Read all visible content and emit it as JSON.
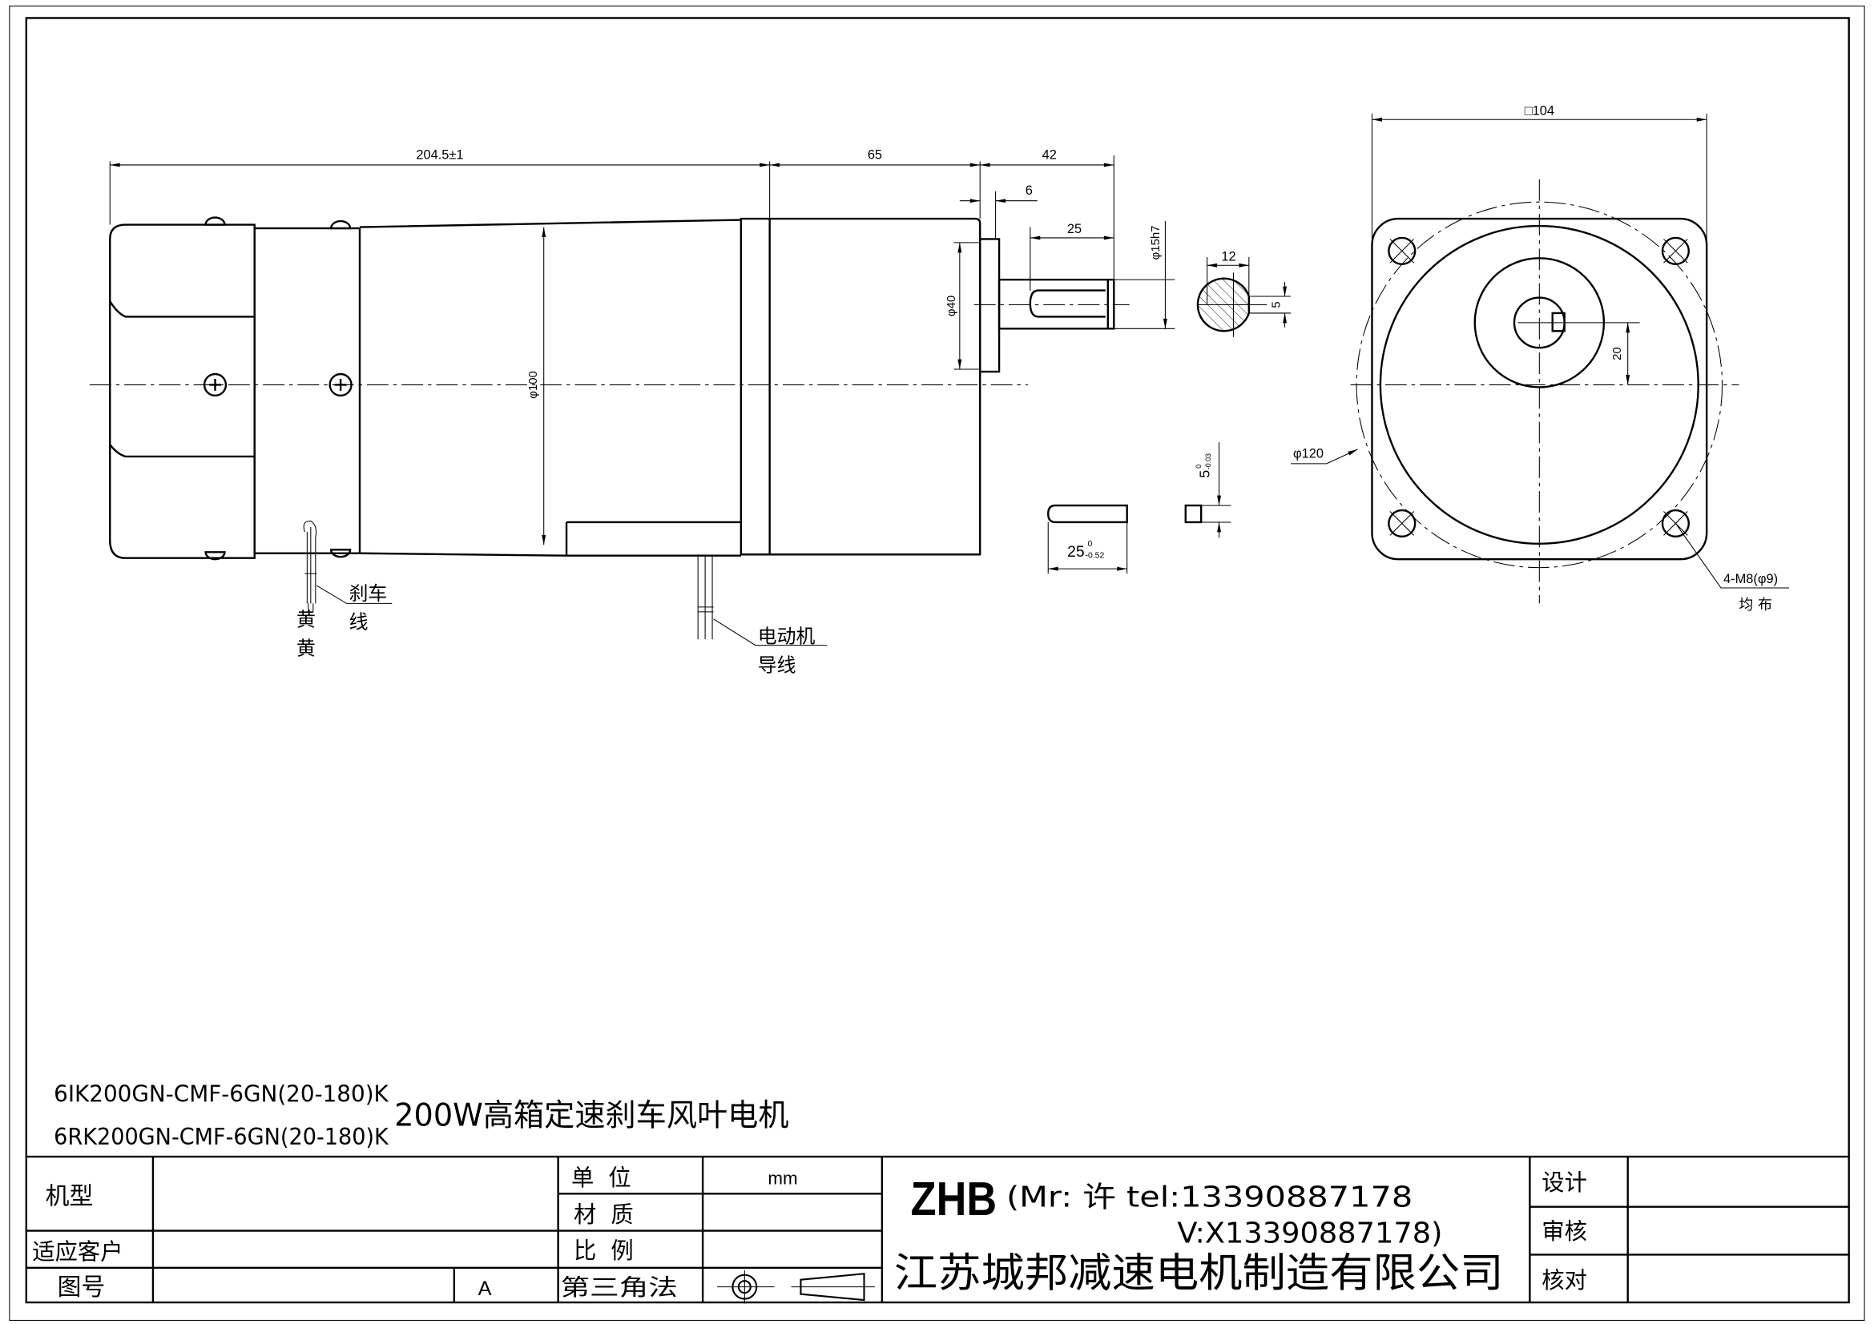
{
  "notes": {
    "model_1": "6IK200GN-CMF-6GN(20-180)K",
    "model_2": "6RK200GN-CMF-6GN(20-180)K",
    "title": "200W高箱定速刹车风叶电机"
  },
  "dimensions": {
    "overall": "204.5±1",
    "gearbox": "65",
    "shaft_ext": "42",
    "flange": "6",
    "key_len": "25",
    "shaft_dia": "φ15h7",
    "flange_dia": "φ40",
    "body_dia": "φ100",
    "section_width": "12",
    "section_key": "5",
    "key_part_len": "25",
    "key_part_tol_up": "0",
    "key_part_tol_low": "-0.52",
    "key_part_h": "5",
    "key_part_h_up": "0",
    "key_part_h_low": "-0.03",
    "square": "□104",
    "offset": "20",
    "pcd": "φ120",
    "holes": "4-M8(φ9)",
    "holes_note": "均  布"
  },
  "labels": {
    "brake_wire_1": "刹车",
    "brake_wire_2": "线",
    "yellow_1": "黄",
    "yellow_2": "黄",
    "motor_wire_1": "电动机",
    "motor_wire_2": "导线"
  },
  "title_block": {
    "model_label": "机型",
    "customer_label": "适应客户",
    "drawing_no_label": "图号",
    "revision": "A",
    "unit_label": "单  位",
    "unit_value": "mm",
    "material_label": "材  质",
    "scale_label": "比  例",
    "projection_label": "第三角法",
    "brand": "ZHB",
    "contact_1": "(Mr: 许 tel:13390887178",
    "contact_2": "V:X13390887178)",
    "company": "江苏城邦减速电机制造有限公司",
    "design_label": "设计",
    "review_label": "审核",
    "check_label": "核对"
  }
}
